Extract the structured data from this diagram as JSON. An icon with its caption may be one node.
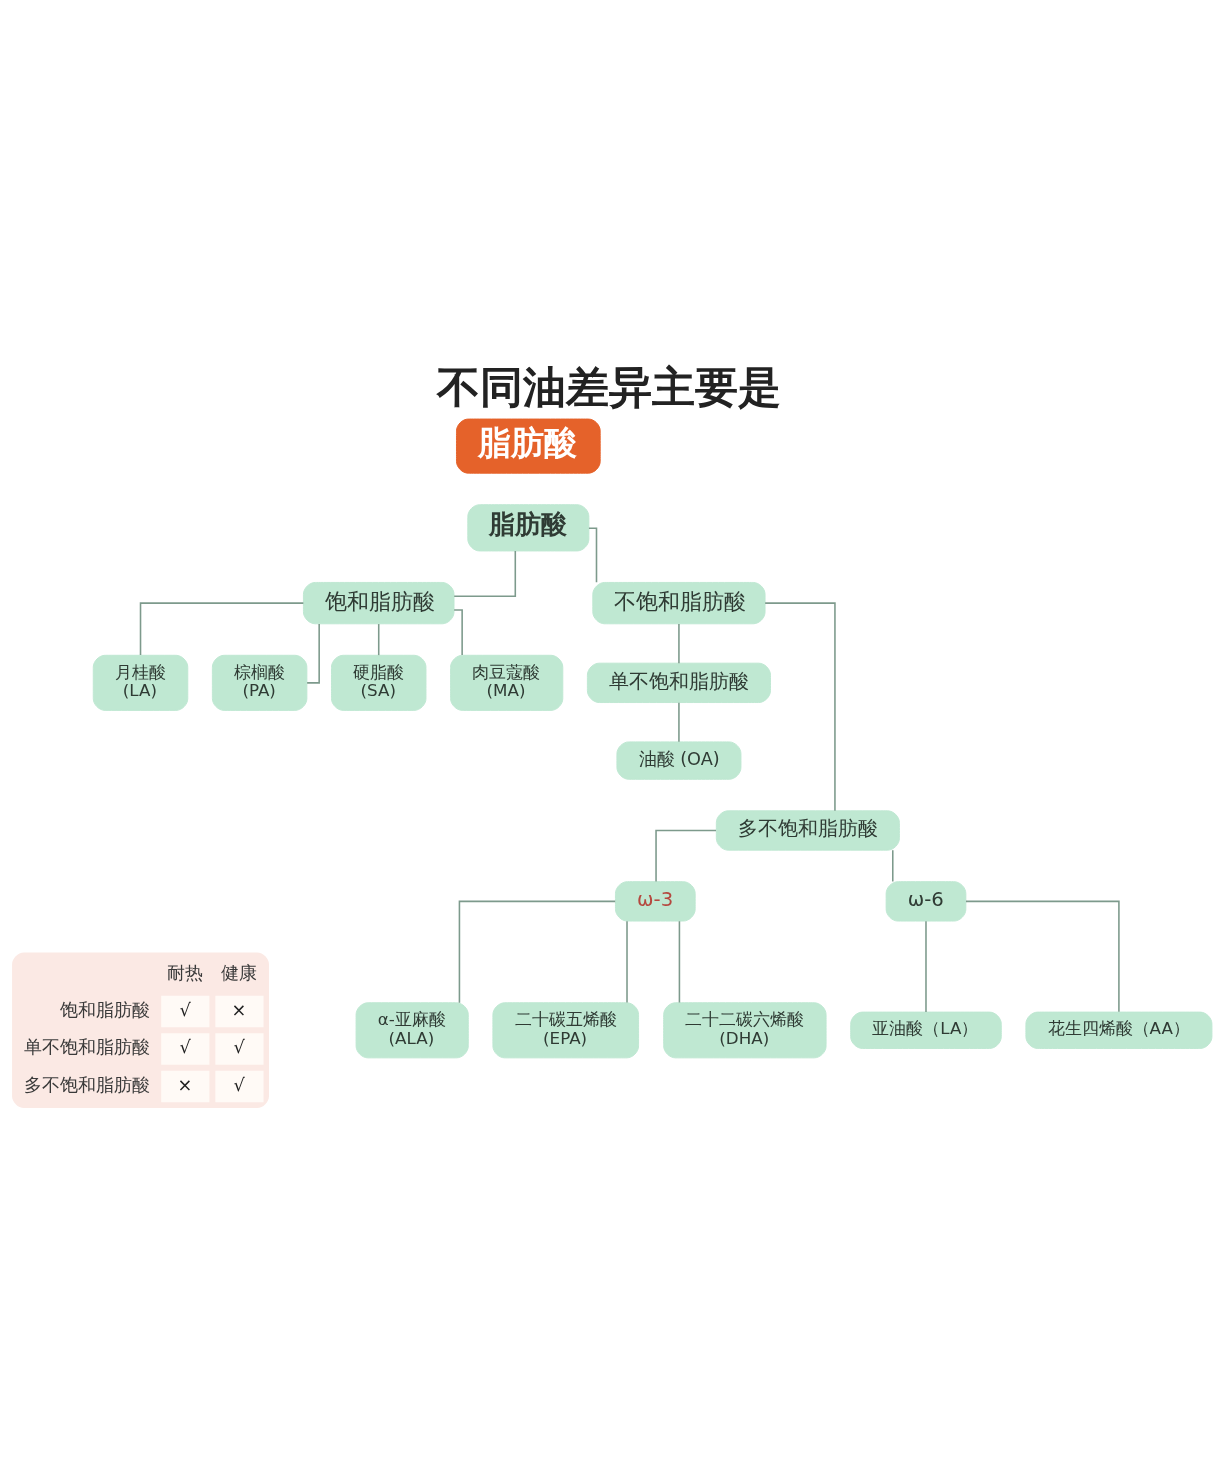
{
  "diagram": {
    "title": "不同油差异主要是",
    "nodes": [
      {
        "text": [
          "脂肪酸"
        ]
      },
      {
        "text": [
          "脂肪酸"
        ]
      },
      {
        "text": [
          "饱和脂肪酸"
        ]
      },
      {
        "text": [
          "不饱和脂肪酸"
        ]
      },
      {
        "text": [
          "月桂酸 (LA)"
        ]
      },
      {
        "text": [
          "棕榈酸 (PA)"
        ]
      },
      {
        "text": [
          "硬脂酸 (SA)"
        ]
      },
      {
        "text": [
          "肉豆蔻酸 (MA)"
        ]
      },
      {
        "text": [
          "单不饱和脂肪酸"
        ]
      },
      {
        "text": [
          "油酸 (OA)"
        ]
      },
      {
        "text": [
          "多不饱和脂肪酸"
        ]
      },
      {
        "text": [
          "ω-3"
        ]
      },
      {
        "text": [
          "ω-6"
        ]
      },
      {
        "text": [
          "α-亚麻酸 (ALA)"
        ]
      },
      {
        "text": [
          "二十碳五烯酸 (EPA)"
        ]
      },
      {
        "text": [
          "二十二碳六烯酸 (DHA)"
        ]
      },
      {
        "text": [
          "亚油酸（LA）"
        ]
      },
      {
        "text": [
          "花生四烯酸（AA）"
        ]
      }
    ],
    "edges": [
      {
        "from": 1,
        "to": 2,
        "arrow": "none"
      },
      {
        "from": 1,
        "to": 3,
        "arrow": "none"
      },
      {
        "from": 2,
        "to": 4,
        "arrow": "none"
      },
      {
        "from": 2,
        "to": 5,
        "arrow": "none"
      },
      {
        "from": 2,
        "to": 6,
        "arrow": "none"
      },
      {
        "from": 2,
        "to": 7,
        "arrow": "none"
      },
      {
        "from": 3,
        "to": 8,
        "arrow": "none"
      },
      {
        "from": 8,
        "to": 9,
        "arrow": "none"
      },
      {
        "from": 3,
        "to": 10,
        "arrow": "none"
      },
      {
        "from": 10,
        "to": 11,
        "arrow": "none"
      },
      {
        "from": 10,
        "to": 12,
        "arrow": "none"
      },
      {
        "from": 11,
        "to": 13,
        "arrow": "none"
      },
      {
        "from": 11,
        "to": 14,
        "arrow": "none"
      },
      {
        "from": 11,
        "to": 15,
        "arrow": "none"
      },
      {
        "from": 12,
        "to": 16,
        "arrow": "none"
      },
      {
        "from": 12,
        "to": 17,
        "arrow": "none"
      }
    ],
    "labels": [
      "耐热",
      "健康",
      "饱和脂肪酸",
      "√",
      "×",
      "单不饱和脂肪酸",
      "√",
      "√",
      "多不饱和脂肪酸",
      "×",
      "√"
    ]
  }
}
